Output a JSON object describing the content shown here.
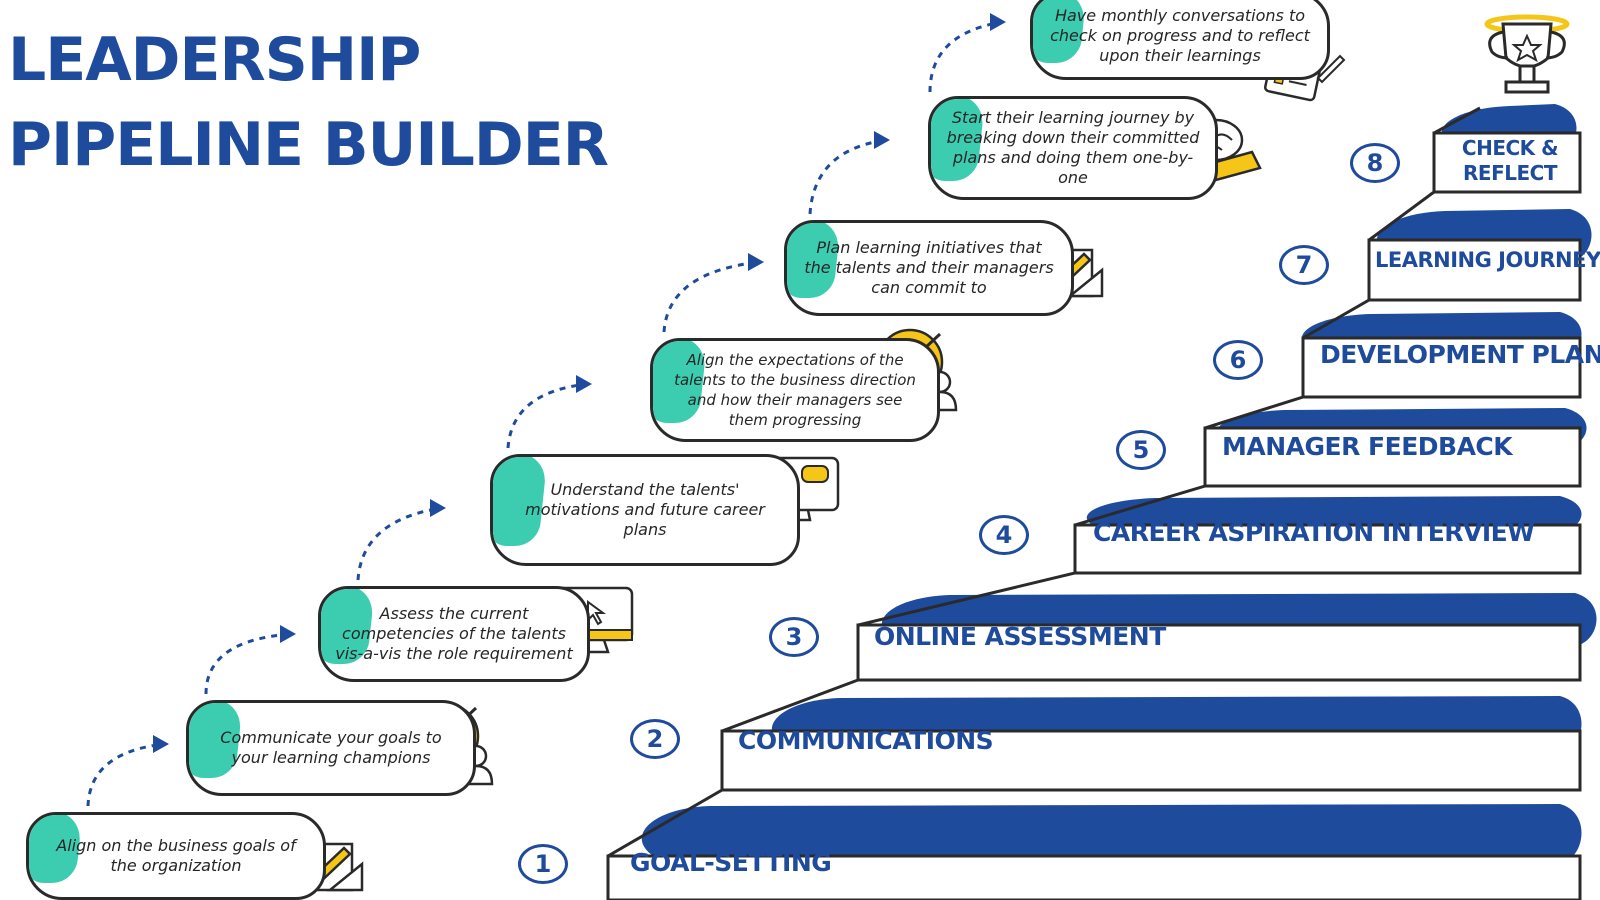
{
  "title": {
    "line1": "LEADERSHIP",
    "line2": "PIPELINE BUILDER"
  },
  "colors": {
    "navy": "#1e4b9c",
    "teal": "#3ccdb0",
    "gold": "#f5c518",
    "ink": "#2a2a2a"
  },
  "steps": [
    {
      "number": "1",
      "label": "GOAL-SETTING",
      "note": "Align on the business goals of the organization",
      "icon": "blueprint-pencil-icon"
    },
    {
      "number": "2",
      "label": "COMMUNICATIONS",
      "note": "Communicate your goals to your learning champions",
      "icon": "target-person-icon"
    },
    {
      "number": "3",
      "label": "ONLINE ASSESSMENT",
      "note": "Assess the current competencies of the talents vis-a-vis the role requirement",
      "icon": "computer-click-icon"
    },
    {
      "number": "4",
      "label": "CAREER ASPIRATION INTERVIEW",
      "note": "Understand the talents' motivations and future career plans",
      "icon": "video-call-icon"
    },
    {
      "number": "5",
      "label": "MANAGER FEEDBACK",
      "note": "Align the expectations of the talents to the business direction and how their managers see them progressing",
      "icon": "target-person-icon"
    },
    {
      "number": "6",
      "label": "DEVELOPMENT PLAN",
      "note": "Plan learning initiatives that the talents and their managers can commit to",
      "icon": "blueprint-pencil-icon"
    },
    {
      "number": "7",
      "label": "LEARNING JOURNEY",
      "note": "Start their learning journey by breaking down their committed plans and doing them one-by-one",
      "icon": "brain-book-icon"
    },
    {
      "number": "8",
      "label": "CHECK & REFLECT",
      "note": "Have monthly conversations to check on progress and to reflect upon their learnings",
      "icon": "checklist-icon"
    }
  ],
  "trophy_icon": "trophy-icon"
}
